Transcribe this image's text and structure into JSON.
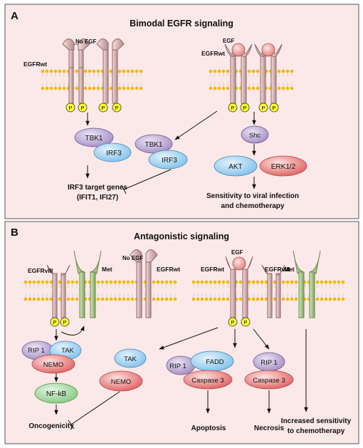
{
  "panel_a": {
    "letter": "A",
    "title": "Bimodal EGFR signaling",
    "no_egf": "No EGF",
    "egf": "EGF",
    "egfrwt_left": "EGFRwt",
    "egfrwt_right": "EGFRwt",
    "phospho": "P",
    "tbk1_left": "TBK1",
    "irf3_left": "IRF3",
    "tbk1_mid": "TBK1",
    "irf3_mid": "IRF3",
    "shc": "Shc",
    "akt": "AKT",
    "erk": "ERK1/2",
    "irf3_targets_line1": "IRF3 target genes",
    "irf3_targets_line2": "(IFIT1,  IFI27)",
    "sensitivity_line1": "Sensitivity to viral infection",
    "sensitivity_line2": "and chemotherapy"
  },
  "panel_b": {
    "letter": "B",
    "title": "Antagonistic signaling",
    "egfrviii_left": "EGFRvIII",
    "met_left": "Met",
    "no_egf": "No EGF",
    "egfrwt_left": "EGFRwt",
    "egf": "EGF",
    "egfrwt_right": "EGFRwt",
    "egfrviii_right": "EGFRvIII",
    "met_right": "Met",
    "phospho": "P",
    "rip1_left": "RIP 1",
    "tak_left": "TAK",
    "nemo_left": "NEMO",
    "nfkb": "NF-kB",
    "oncogenicity": "Oncogenicity",
    "tak_mid": "TAK",
    "nemo_mid": "NEMO",
    "rip1_fadd": "RIP 1",
    "fadd": "FADD",
    "caspase3_apop": "Caspase 3",
    "apoptosis": "Apoptosis",
    "rip1_necro": "RIP 1",
    "caspase3_necro": "Caspase 3",
    "necrosis": "Necrosis",
    "chemo_line1": "Increased sensitivity",
    "chemo_line2": "to chemotherapy"
  },
  "colors": {
    "background": "#fbe8e8",
    "border": "#555555",
    "receptor_fill": "#e8c8c8",
    "receptor_stroke": "#8a6a6a",
    "met_fill": "#b5d39b",
    "met_stroke": "#6d8a50",
    "egf_fill": "#f3a6a6",
    "lipid": "#f2b800",
    "phospho_fill": "#ffff33",
    "tbk1": "#c4b1dc",
    "irf3": "#a9d6f4",
    "erk": "#ef8a8a",
    "nfkb": "#b2e0b0"
  }
}
